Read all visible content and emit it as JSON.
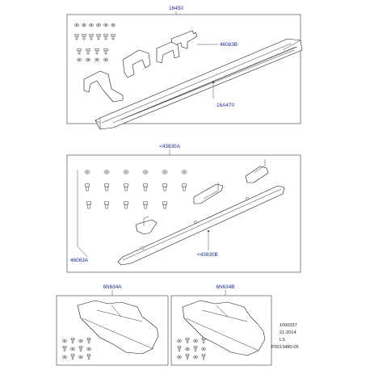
{
  "callouts": {
    "kit_main": "16450",
    "bracket_upper": "46083B",
    "step_upper": "16A470",
    "kit_lower": "<43830A",
    "bracket_lower": "46083A",
    "step_lower": "<43830B",
    "guard_left": "6N634A",
    "guard_right": "6N634B"
  },
  "reference": {
    "line1": "1000337",
    "line2": "21-2014",
    "line3": "LS",
    "line4": "P0213480-05"
  },
  "icons": [
    "bolt-icon",
    "washer-icon",
    "bracket-icon",
    "step-bar-icon",
    "splash-guard-icon"
  ]
}
